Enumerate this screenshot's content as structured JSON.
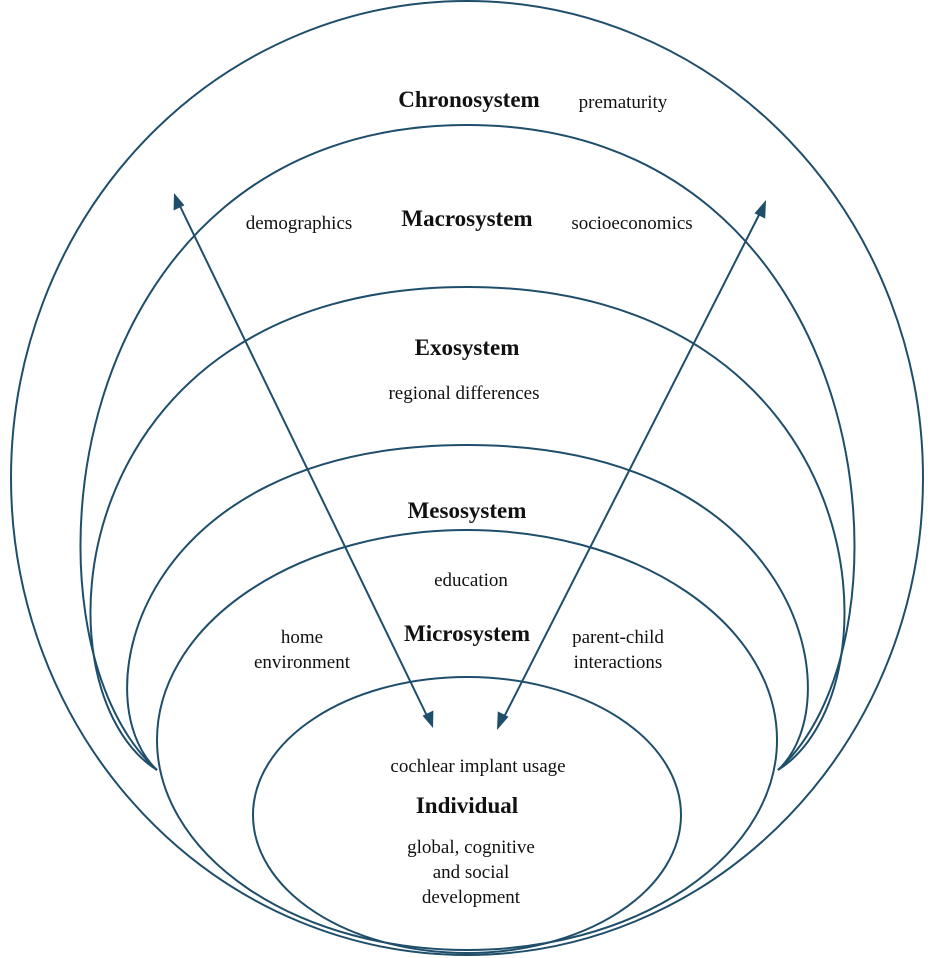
{
  "colors": {
    "stroke": "#1f4e6b",
    "text": "#111111",
    "background": "#ffffff"
  },
  "systems": {
    "chronosystem": "Chronosystem",
    "macrosystem": "Macrosystem",
    "exosystem": "Exosystem",
    "mesosystem": "Mesosystem",
    "microsystem": "Microsystem",
    "individual": "Individual"
  },
  "factors": {
    "prematurity": "prematurity",
    "demographics": "demographics",
    "socioeconomics": "socioeconomics",
    "regional_differences": "regional differences",
    "education": "education",
    "home_environment_line1": "home",
    "home_environment_line2": "environment",
    "parent_child_line1": "parent-child",
    "parent_child_line2": "interactions",
    "cochlear_implant_usage": "cochlear implant usage",
    "development_line1": "global, cognitive",
    "development_line2": "and social",
    "development_line3": "development"
  }
}
